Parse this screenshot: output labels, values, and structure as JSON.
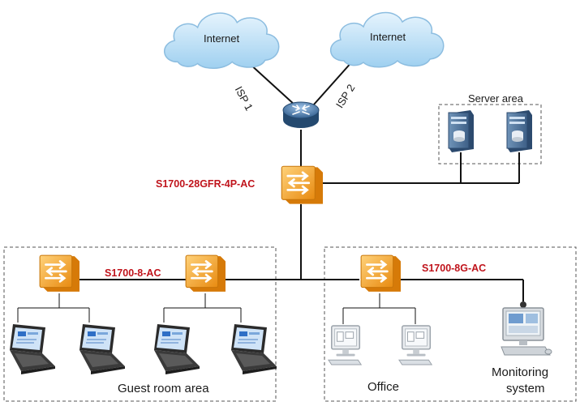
{
  "colors": {
    "line": "#111111",
    "dashed_border": "#555555",
    "switch_orange": "#f5a623",
    "model_label": "#c0141c",
    "cloud": "#bfe0f5"
  },
  "clouds": [
    {
      "label": "Internet"
    },
    {
      "label": "Internet"
    }
  ],
  "router": {
    "icon": "router-icon"
  },
  "isp_links": [
    {
      "label": "ISP 1"
    },
    {
      "label": "ISP 2"
    }
  ],
  "core_switch": {
    "model": "S1700-28GFR-4P-AC",
    "icon": "switch-icon"
  },
  "server_area": {
    "label": "Server area",
    "icon": "server-icon"
  },
  "guest_room": {
    "label": "Guest room area",
    "switch_model": "S1700-8-AC",
    "icon": "laptop-icon"
  },
  "office": {
    "label": "Office",
    "switch_model": "S1700-8G-AC",
    "icon": "desktop-icon"
  },
  "monitoring": {
    "label_line1": "Monitoring",
    "label_line2": "system",
    "icon": "monitoring-computer-icon"
  }
}
